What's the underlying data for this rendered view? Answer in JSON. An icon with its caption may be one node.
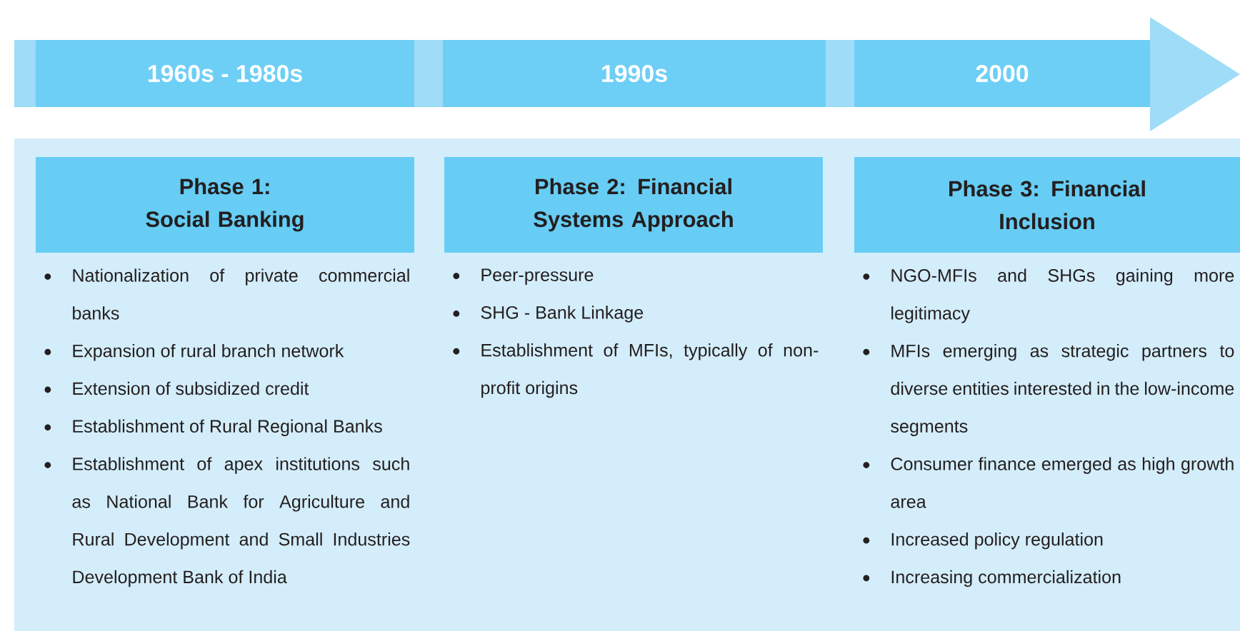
{
  "diagram": {
    "nodes": [
      {
        "text": [
          "1960s - 1980s"
        ]
      },
      {
        "text": [
          "1990s"
        ]
      },
      {
        "text": [
          "2000"
        ]
      },
      {
        "text": [
          "Phase 1: Social Banking"
        ],
        "beside": [
          "Nationalization of private commercial banks",
          "Expansion of rural branch network",
          "Extension of subsidized credit",
          "Establishment of Rural Regional Banks",
          "Establishment of apex institutions such as National Bank for Agriculture and Rural Development and Small Industries Development Bank of India"
        ]
      },
      {
        "text": [
          "Phase 2: Financial Systems Approach"
        ],
        "beside": [
          "Peer-pressure",
          "SHG - Bank Linkage",
          "Establishment of MFIs, typically of non-profit origins"
        ]
      },
      {
        "text": [
          "Phase 3: Financial Inclusion"
        ],
        "beside": [
          "NGO-MFIs and SHGs gaining more legitimacy",
          "MFIs emerging as strategic partners to diverse entities interested in the low-income segments",
          "Consumer finance emerged as high growth area",
          "Increased policy regulation",
          "Increasing commercialization"
        ]
      }
    ]
  }
}
